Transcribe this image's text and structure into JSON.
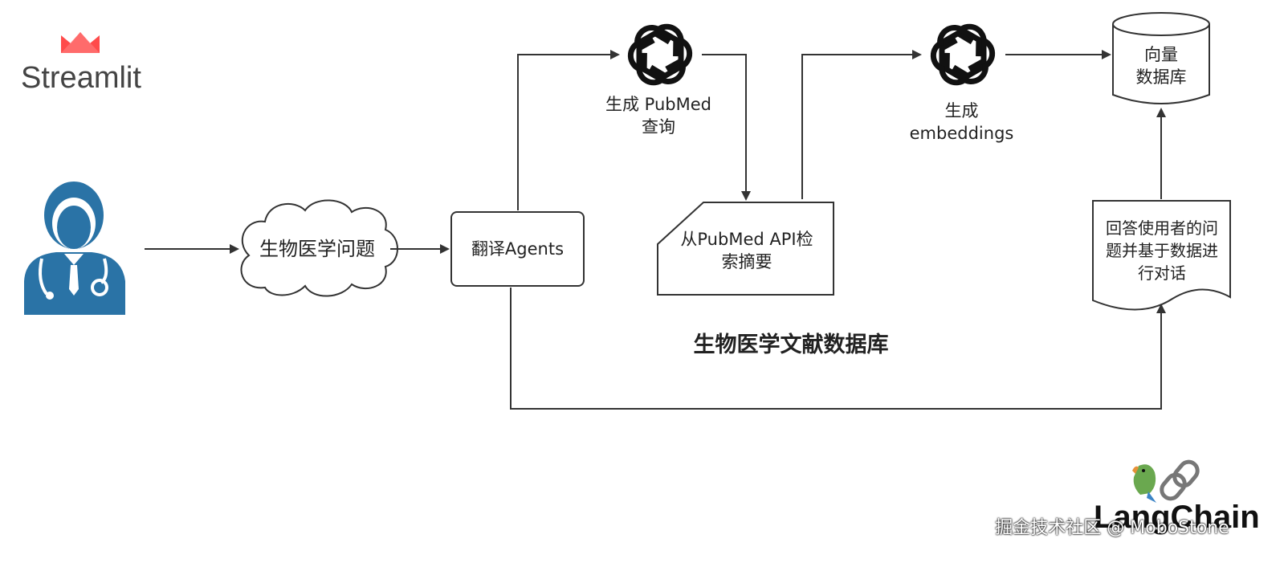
{
  "brands": {
    "streamlit": "Streamlit",
    "langchain": "LangChain"
  },
  "nodes": {
    "question": "生物医学问题",
    "translate": "翻译Agents",
    "gen_query_line1": "生成 PubMed",
    "gen_query_line2": "查询",
    "retrieve_line1": "从PubMed API检",
    "retrieve_line2": "索摘要",
    "gen_emb_line1": "生成",
    "gen_emb_line2": "embeddings",
    "vector_db_line1": "向量",
    "vector_db_line2": "数据库",
    "answer_line1": "回答使用者的问",
    "answer_line2": "题并基于数据进",
    "answer_line3": "行对话"
  },
  "center_title": "生物医学文献数据库",
  "watermark": "掘金技术社区 @ MoboStone",
  "colors": {
    "user_icon": "#2a73a6",
    "arrow": "#333333",
    "streamlit_crown": "#ff4b4b"
  },
  "icons": {
    "user": "doctor-user-icon",
    "openai": "openai-logo-icon",
    "parrot": "parrot-icon",
    "chain": "chain-link-icon"
  }
}
